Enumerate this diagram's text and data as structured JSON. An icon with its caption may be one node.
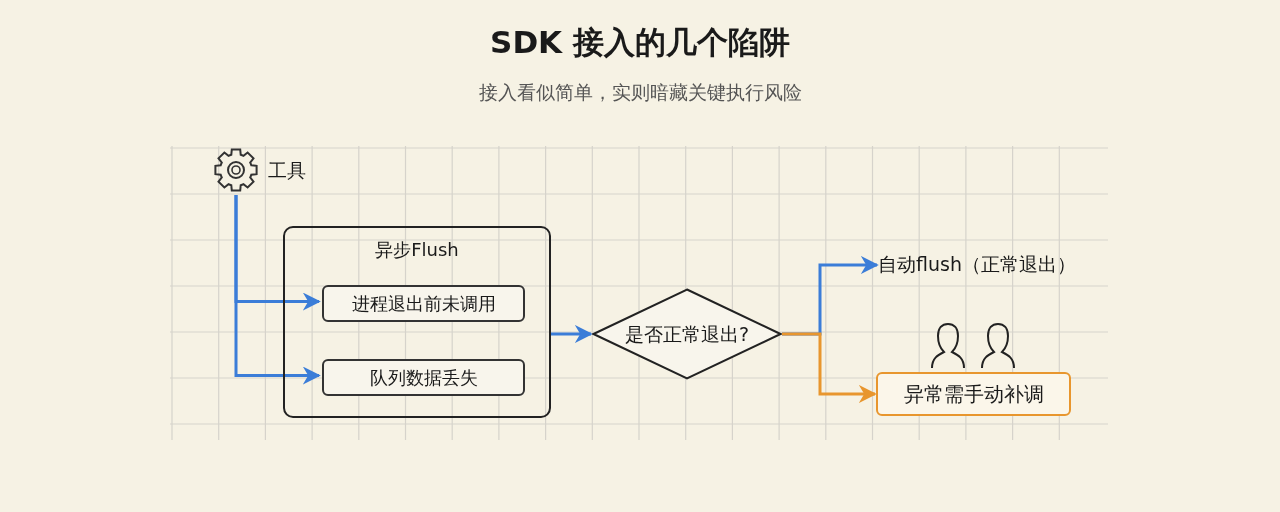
{
  "diagram": {
    "title": "SDK 接入的几个陷阱",
    "caption": "接入看似简单，实则暗藏关键执行风险",
    "nodes": [
      {
        "text": [
          "工具"
        ]
      },
      {
        "text": [
          "异步Flush"
        ]
      },
      {
        "text": [
          "进程退出前未调用"
        ],
        "in": 1
      },
      {
        "text": [
          "队列数据丢失"
        ],
        "in": 1
      },
      {
        "text": [
          "是否正常退出?"
        ]
      },
      {
        "text": [
          "自动flush（正常退出）"
        ]
      },
      {
        "text": [
          "异常需手动补调"
        ]
      }
    ],
    "edges": [
      {
        "from": 0,
        "to": 2,
        "arrow": "to"
      },
      {
        "from": 0,
        "to": 3,
        "arrow": "to"
      },
      {
        "from": 1,
        "to": 4,
        "arrow": "to"
      },
      {
        "from": 4,
        "to": 5,
        "arrow": "to"
      },
      {
        "from": 4,
        "to": 6,
        "arrow": "to",
        "color": "#e8962e"
      }
    ]
  }
}
